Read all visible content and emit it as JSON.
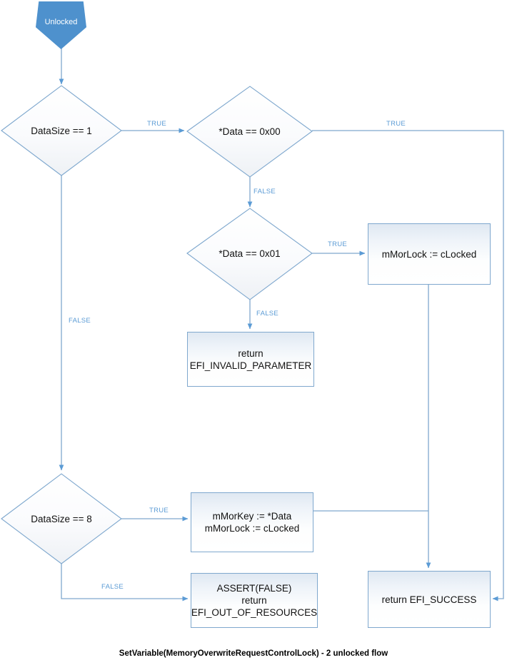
{
  "diagram": {
    "caption": "SetVariable(MemoryOverwriteRequestControlLock) - 2 unlocked flow",
    "colors": {
      "start_fill": "#4E91CD",
      "start_text": "#FFFFFF",
      "connector": "#7FA8CE",
      "edge_label": "#5B9BD5",
      "shape_border": "#7FA8CE",
      "shape_text": "#111111"
    },
    "nodes": {
      "start": {
        "label": "Unlocked",
        "shape": "pentagon-start"
      },
      "decision_datasize_1": {
        "label": "DataSize == 1",
        "shape": "diamond"
      },
      "decision_data_00": {
        "label": "*Data == 0x00",
        "shape": "diamond"
      },
      "decision_data_01": {
        "label": "*Data == 0x01",
        "shape": "diamond"
      },
      "decision_datasize_8": {
        "label": "DataSize == 8",
        "shape": "diamond"
      },
      "proc_mmorlock_clocked": {
        "label": "mMorLock := cLocked",
        "shape": "rectangle"
      },
      "proc_invalid_parameter": {
        "label": "return\nEFI_INVALID_PARAMETER",
        "shape": "rectangle"
      },
      "proc_mmorkey_assign": {
        "label": "mMorKey := *Data\nmMorLock := cLocked",
        "shape": "rectangle"
      },
      "proc_out_of_resources": {
        "label": "ASSERT(FALSE)\nreturn\nEFI_OUT_OF_RESOURCES",
        "shape": "rectangle"
      },
      "proc_efi_success": {
        "label": "return EFI_SUCCESS",
        "shape": "rectangle"
      }
    },
    "edge_labels": {
      "datasize1_true": "TRUE",
      "datasize1_false": "FALSE",
      "data00_true": "TRUE",
      "data00_false": "FALSE",
      "data01_true": "TRUE",
      "data01_false": "FALSE",
      "datasize8_true": "TRUE",
      "datasize8_false": "FALSE"
    }
  }
}
